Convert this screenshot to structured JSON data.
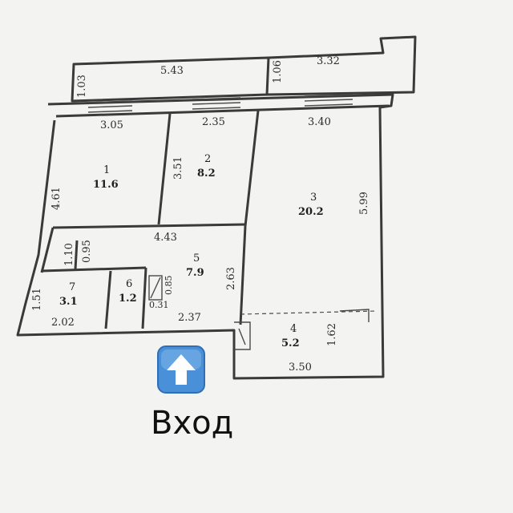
{
  "plan": {
    "balcony_left": {
      "width": "5.43",
      "depth": "1.03"
    },
    "balcony_right": {
      "width": "3.32",
      "depth": "1.06"
    },
    "rooms": [
      {
        "number": "1",
        "area": "11.6",
        "width": "3.05",
        "length": "4.61"
      },
      {
        "number": "2",
        "area": "8.2",
        "width": "2.35",
        "length": "3.51"
      },
      {
        "number": "3",
        "area": "20.2",
        "width": "3.40",
        "length": "5.99"
      },
      {
        "number": "4",
        "area": "5.2",
        "width": "3.50",
        "length": "1.62"
      },
      {
        "number": "5",
        "area": "7.9",
        "width": "4.43",
        "length": "2.63",
        "bottom": "2.37"
      },
      {
        "number": "6",
        "area": "1.2",
        "dim_a": "0.85",
        "dim_b": "0.31"
      },
      {
        "number": "7",
        "area": "3.1",
        "width": "2.02",
        "length": "1.51"
      }
    ],
    "corridor": {
      "dim_a": "1.10",
      "dim_b": "0.95"
    }
  },
  "entrance": {
    "label": "Вход",
    "icon": "up-arrow-icon",
    "icon_color": "#3f86d6"
  }
}
